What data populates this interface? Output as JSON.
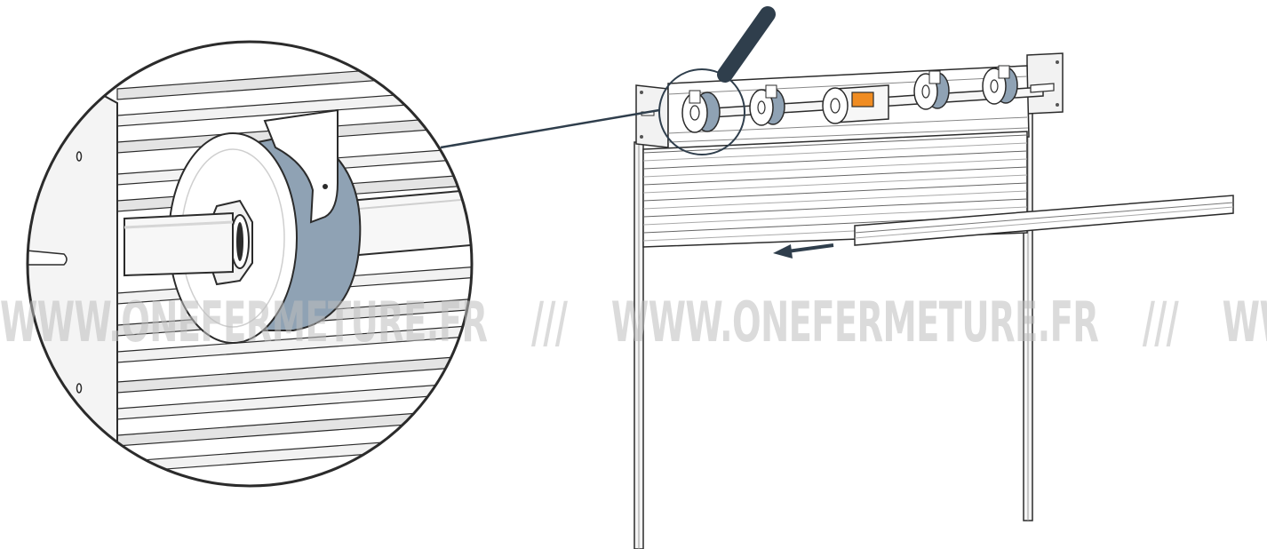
{
  "watermark": {
    "segments": [
      "WWW.ONEFERMETURE.FR",
      "///",
      "WWW.ONEFERMETURE.FR",
      "///",
      "WWW.ONEFERME-"
    ]
  },
  "colors": {
    "accent_band": "#8fa2b4",
    "dark_pointer": "#2f3e4c",
    "orange_tag": "#f08c22",
    "line": "#2b2b2b"
  },
  "icons": [
    "detail-magnifier-circle",
    "pointer-handle",
    "direction-arrow-left"
  ]
}
